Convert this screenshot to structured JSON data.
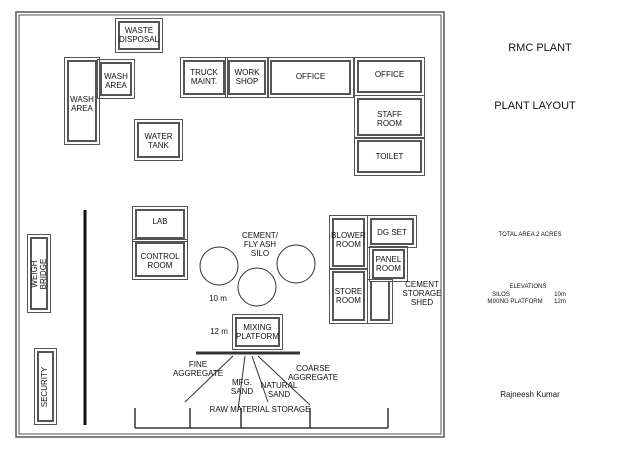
{
  "diagram": {
    "title": "RMC PLANT",
    "subtitle": "PLANT LAYOUT",
    "total_area": "TOTAL AREA 2 ACRES",
    "elevations": {
      "heading": "ELEVATIONS",
      "rows": [
        {
          "label": "SILOS",
          "value": "10m"
        },
        {
          "label": "MIXING PLATFORM",
          "value": "12m"
        }
      ]
    },
    "author": "Rajneesh Kumar",
    "rooms": {
      "waste_disposal": "WASTE\nDISPOSAL",
      "wash_area_outer": "WASH\nAREA",
      "wash_area_inner": "WASH\nAREA",
      "truck_maint": "TRUCK\nMAINT.",
      "work_shop": "WORK\nSHOP",
      "office_main": "OFFICE",
      "office_right": "OFFICE",
      "staff_room": "STAFF\nROOM",
      "toilet": "TOILET",
      "water_tank": "WATER\nTANK",
      "lab": "LAB",
      "control_room": "CONTROL\nROOM",
      "weigh_bridge": "WEIGH\nBRIDGE",
      "security": "SECURITY",
      "blower_room": "BLOWER\nROOM",
      "store_room": "STORE\nROOM",
      "dg_set": "DG SET",
      "panel_room": "PANEL\nROOM",
      "cement_storage_shed": "CEMENT\nSTORAGE\nSHED",
      "mixing_platform": "MIXING\nPLATFORM"
    },
    "annotations": {
      "cement_silo": "CEMENT/\nFLY ASH\nSILO",
      "silo_height": "10 m",
      "platform_height": "12 m",
      "fine_aggregate": "FINE\nAGGREGATE",
      "coarse_aggregate": "COARSE\nAGGREGATE",
      "mfg_sand": "MFG.\nSAND",
      "natural_sand": "NATURAL\nSAND",
      "raw_material_storage": "RAW MATERIAL STORAGE"
    },
    "colors": {
      "wall": "#555555",
      "line": "#333333",
      "road": "#111111"
    }
  }
}
